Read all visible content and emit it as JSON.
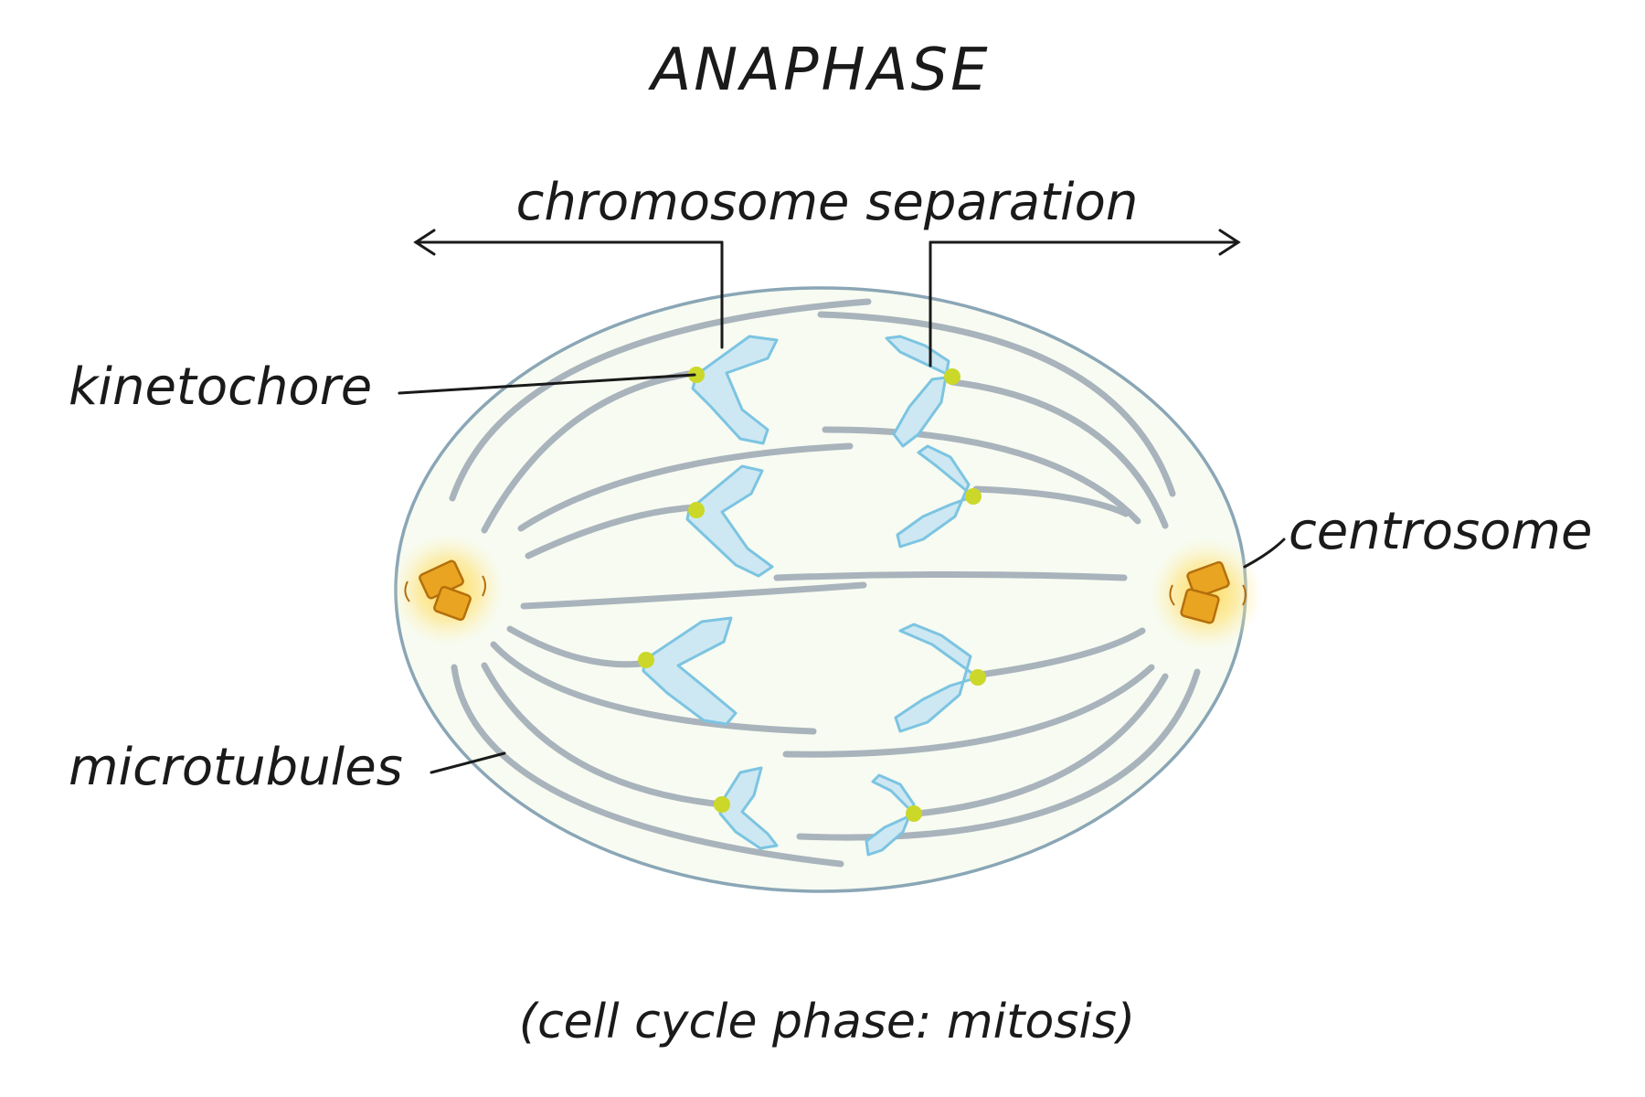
{
  "title": "ANAPHASE",
  "labels": {
    "chromosome_separation": "chromosome separation",
    "kinetochore": "kinetochore",
    "centrosome": "centrosome",
    "microtubules": "microtubules"
  },
  "caption": "(cell cycle phase: mitosis)",
  "colors": {
    "cell_fill": "#f7fbf1",
    "cell_outline": "#8aa6b6",
    "microtubule": "#a9b3bc",
    "chromosome_fill": "#cde8f2",
    "chromosome_outline": "#7cc4e2",
    "kinetochore": "#cbd82a",
    "centrosome_glow": "#ffd84a",
    "centrosome_body": "#e9a521",
    "ink": "#1a1a1a"
  }
}
